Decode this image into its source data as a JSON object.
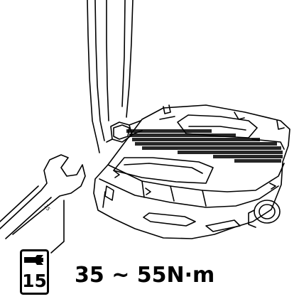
{
  "diagram": {
    "wrench_size_label": "15",
    "wrench_engraving": "15",
    "tool_icon": "wrench-size-icon",
    "torque_spec": "35 ~ 55N·m",
    "line_color": "#000000",
    "background": "#ffffff"
  }
}
